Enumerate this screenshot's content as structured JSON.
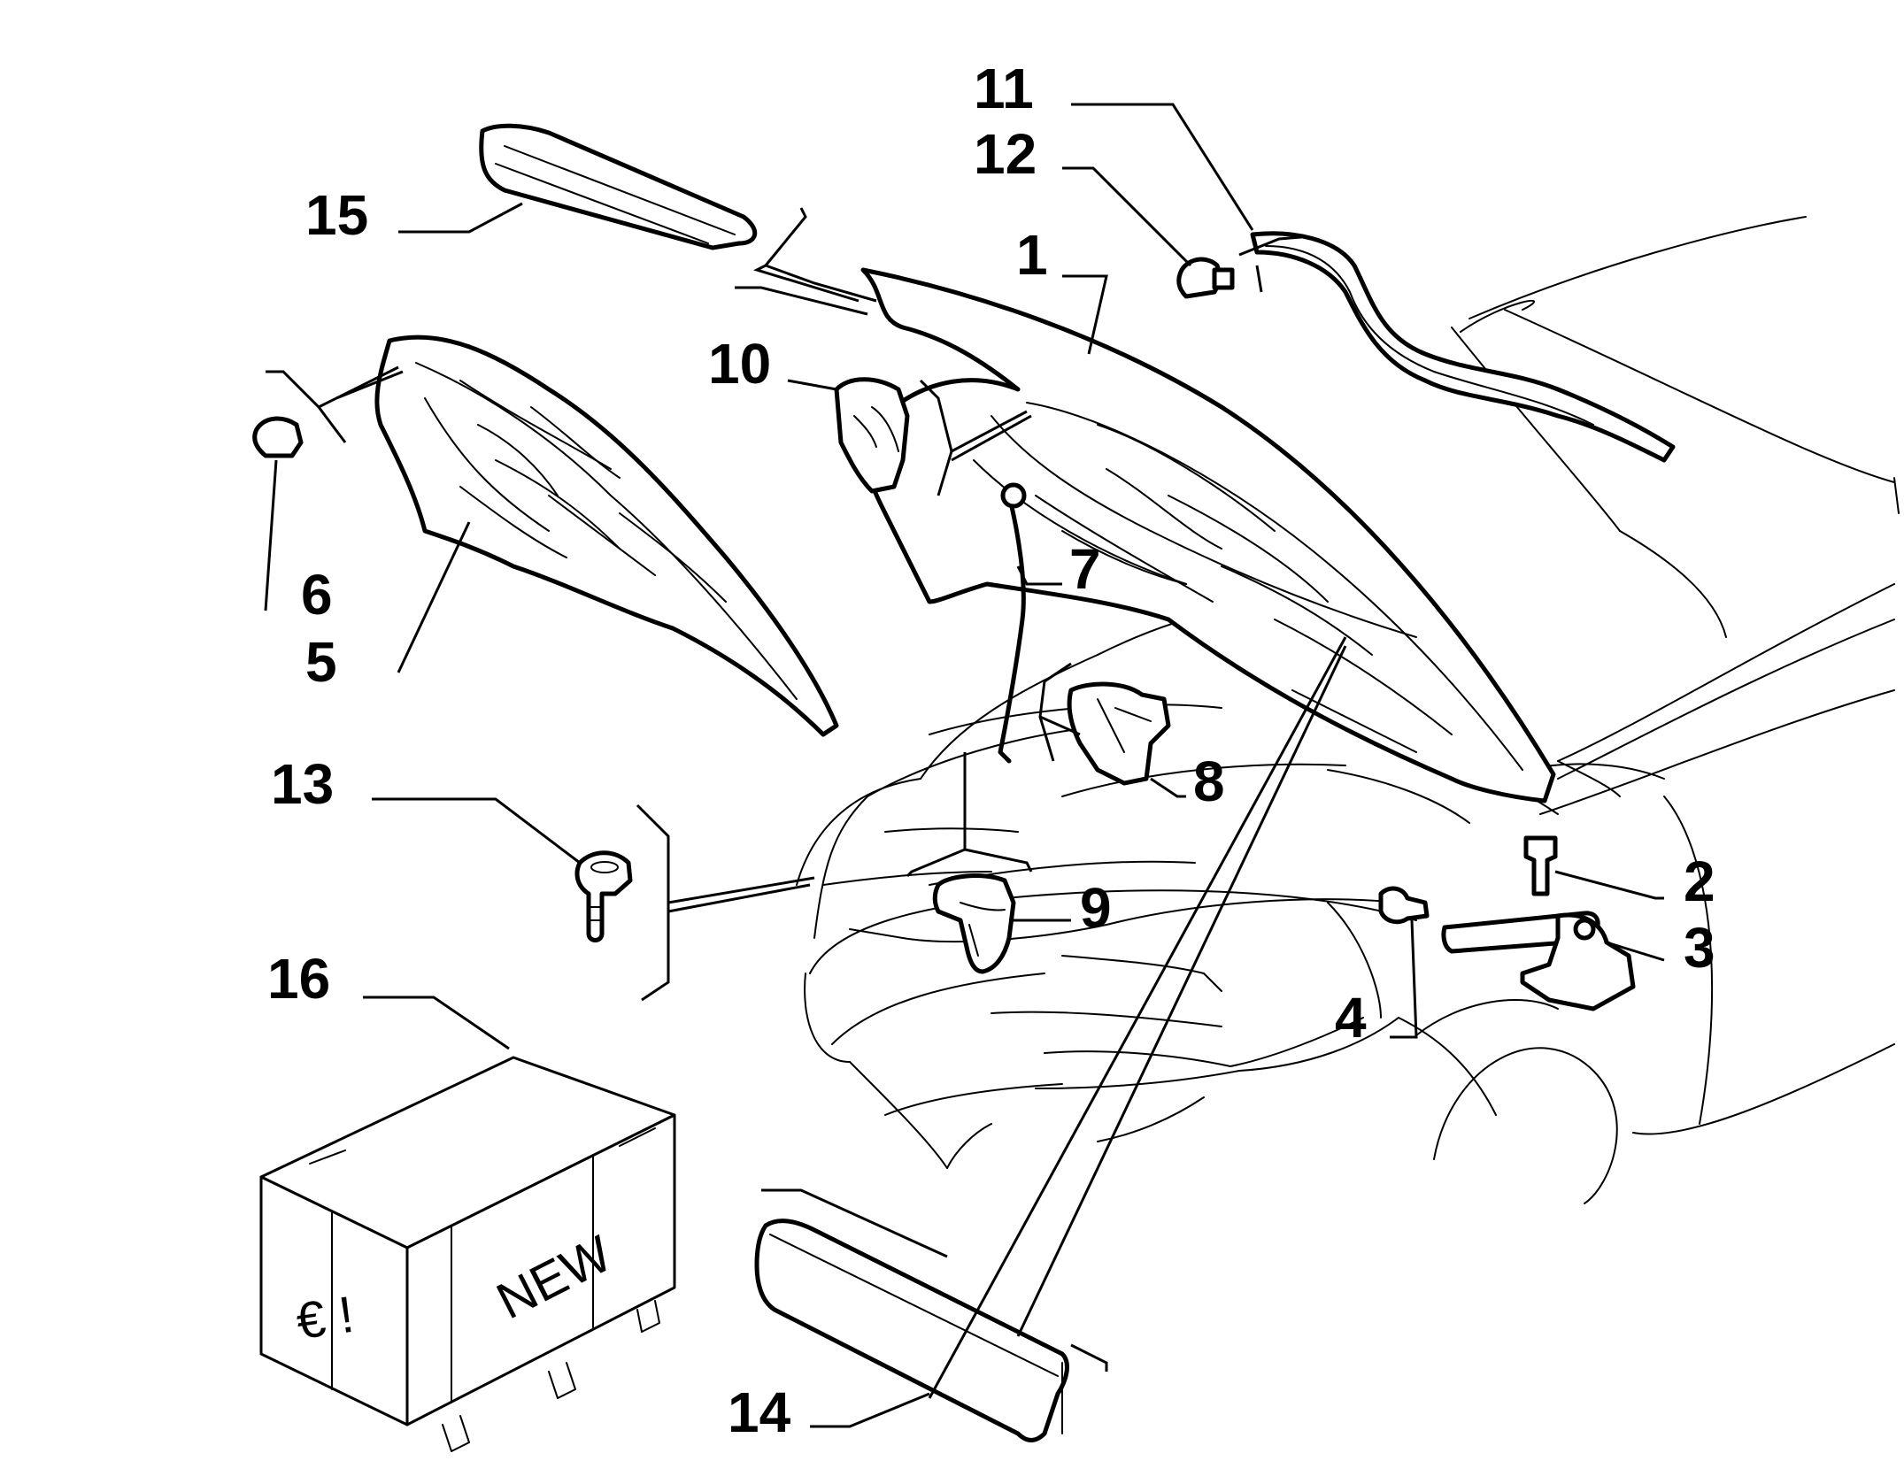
{
  "callouts": {
    "c1": "1",
    "c2": "2",
    "c3": "3",
    "c4": "4",
    "c5": "5",
    "c6": "6",
    "c7": "7",
    "c8": "8",
    "c9": "9",
    "c10": "10",
    "c11": "11",
    "c12": "12",
    "c13": "13",
    "c14": "14",
    "c15": "15",
    "c16": "16"
  },
  "crate": {
    "currency_label": "€ !",
    "new_label": "NEW"
  },
  "parts": [
    {
      "callout": "1",
      "name": "bonnet"
    },
    {
      "callout": "2",
      "name": "hinge-bolt"
    },
    {
      "callout": "3",
      "name": "hinge"
    },
    {
      "callout": "4",
      "name": "screw"
    },
    {
      "callout": "5",
      "name": "bonnet-insulation-panel"
    },
    {
      "callout": "6",
      "name": "clip"
    },
    {
      "callout": "7",
      "name": "release-cable"
    },
    {
      "callout": "8",
      "name": "bonnet-lock"
    },
    {
      "callout": "9",
      "name": "lock-striker"
    },
    {
      "callout": "10",
      "name": "bump-stop"
    },
    {
      "callout": "11",
      "name": "seal"
    },
    {
      "callout": "12",
      "name": "seal-clip"
    },
    {
      "callout": "13",
      "name": "buffer"
    },
    {
      "callout": "14",
      "name": "front-trim-strip"
    },
    {
      "callout": "15",
      "name": "rear-trim-strip"
    },
    {
      "callout": "16",
      "name": "kit-crate"
    }
  ]
}
